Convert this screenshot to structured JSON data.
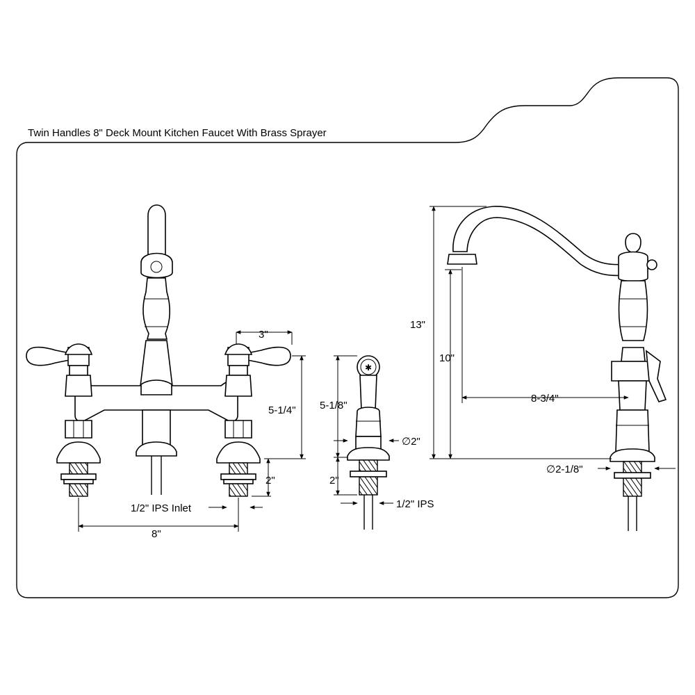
{
  "title": "Twin Handles 8\" Deck Mount Kitchen Faucet With Brass Sprayer",
  "dimensions": {
    "handle_offset": "3\"",
    "handle_height": "5-1/4\"",
    "shank_length": "2\"",
    "inlet": "1/2\" IPS Inlet",
    "center_spread": "8\"",
    "sprayer_height": "5-1/8\"",
    "sprayer_diameter": "∅2\"",
    "sprayer_shank": "2\"",
    "sprayer_inlet": "1/2\" IPS",
    "overall_height": "13\"",
    "spout_height": "10\"",
    "spout_reach": "8-3/4\"",
    "base_diameter": "∅2-1/8\""
  }
}
